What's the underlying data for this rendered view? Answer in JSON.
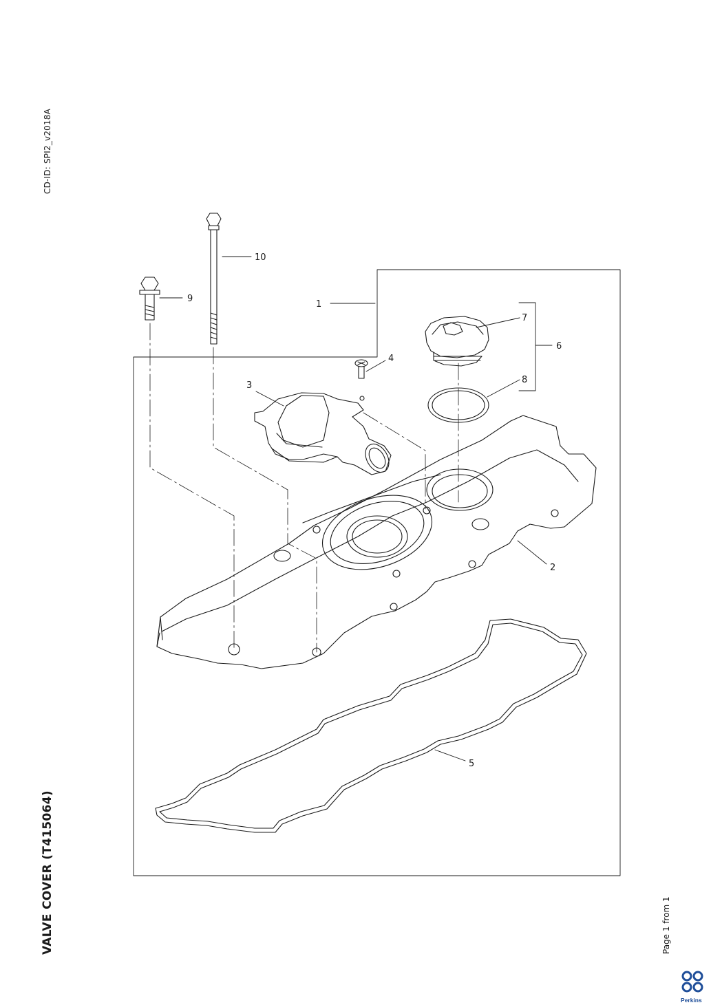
{
  "header": {
    "cd_id": "CD-ID: SPI2_v2018A"
  },
  "title": "VALVE COVER (T415064)",
  "footer": {
    "page": "Page 1 from 1",
    "brand": "Perkins"
  },
  "diagram": {
    "callouts": [
      "1",
      "2",
      "3",
      "4",
      "5",
      "6",
      "7",
      "8",
      "9",
      "10"
    ]
  },
  "colors": {
    "line": "#1a1a1a",
    "brand": "#1f4e99"
  }
}
